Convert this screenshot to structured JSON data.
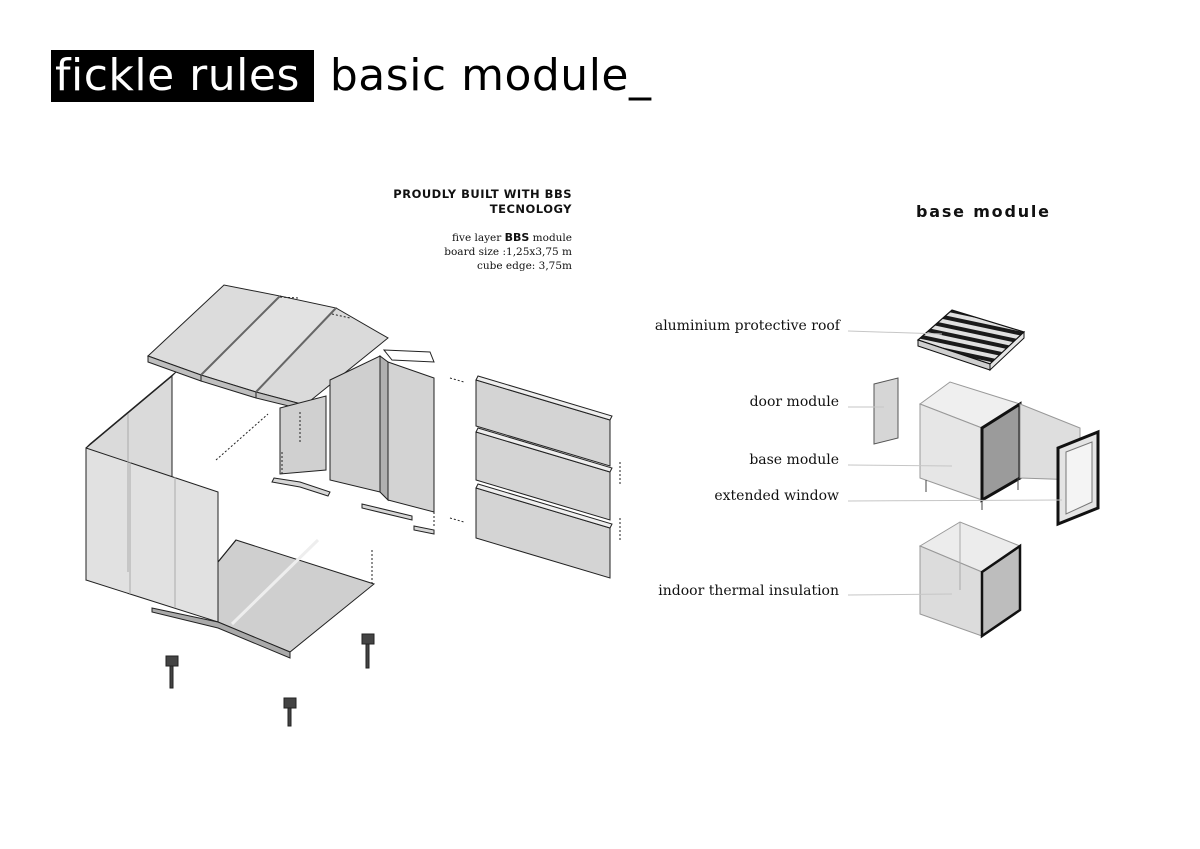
{
  "header": {
    "title_inverse": "fickle rules ",
    "title_main": "basic module_"
  },
  "tech_info": {
    "heading_line1": "PROUDLY BUILT  WITH  BBS",
    "heading_line2": "TECNOLOGY",
    "layer_prefix": "five layer ",
    "layer_bold": "BBS",
    "layer_suffix": " module",
    "board_size": "board size :1,25x3,75 m",
    "cube_edge": "cube edge: 3,75m"
  },
  "base_module_panel": {
    "title": "base module",
    "labels": {
      "roof": "aluminium protective roof",
      "door": "door module",
      "base": "base module",
      "window": "extended window",
      "insulation": "indoor thermal insulation"
    }
  },
  "colors": {
    "ink": "#111111",
    "panel_fill": "#d9d9d9",
    "panel_light": "#e6e6e6",
    "leader": "#bdbdbd"
  }
}
